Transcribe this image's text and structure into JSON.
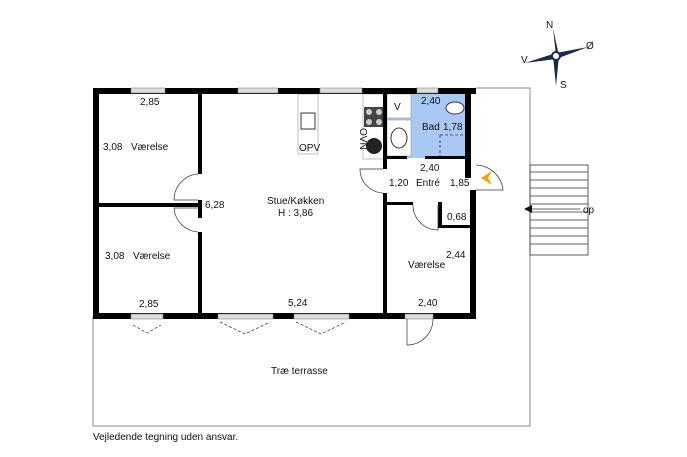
{
  "compass": {
    "north": "N",
    "east": "Ø",
    "south": "S",
    "west": "V"
  },
  "rooms": [
    {
      "name": "Værelse",
      "width": "2,85",
      "length": "3,08"
    },
    {
      "name": "Værelse",
      "width": "2,85",
      "length": "3,08"
    },
    {
      "name": "Stue/Køkken",
      "height_label": "H : 3,86",
      "width": "5,24",
      "length": "6,28"
    },
    {
      "name": "Bad",
      "width": "2,40",
      "length": "1,78"
    },
    {
      "name": "Entré",
      "width": "2,40",
      "length_left": "1,20",
      "length_right": "1,85"
    },
    {
      "name": "Værelse",
      "width": "2,40",
      "length": "2,44"
    }
  ],
  "closet": "0,68",
  "kitchen": {
    "oven": "OVN",
    "dishwasher": "OPV",
    "ventilation": "V"
  },
  "terrace": "Træ terrasse",
  "stairs": "op",
  "colors": {
    "bath": "#a9c8f3",
    "entrance_arrow": "#f5a300"
  },
  "disclaimer": "Vejledende tegning uden ansvar."
}
